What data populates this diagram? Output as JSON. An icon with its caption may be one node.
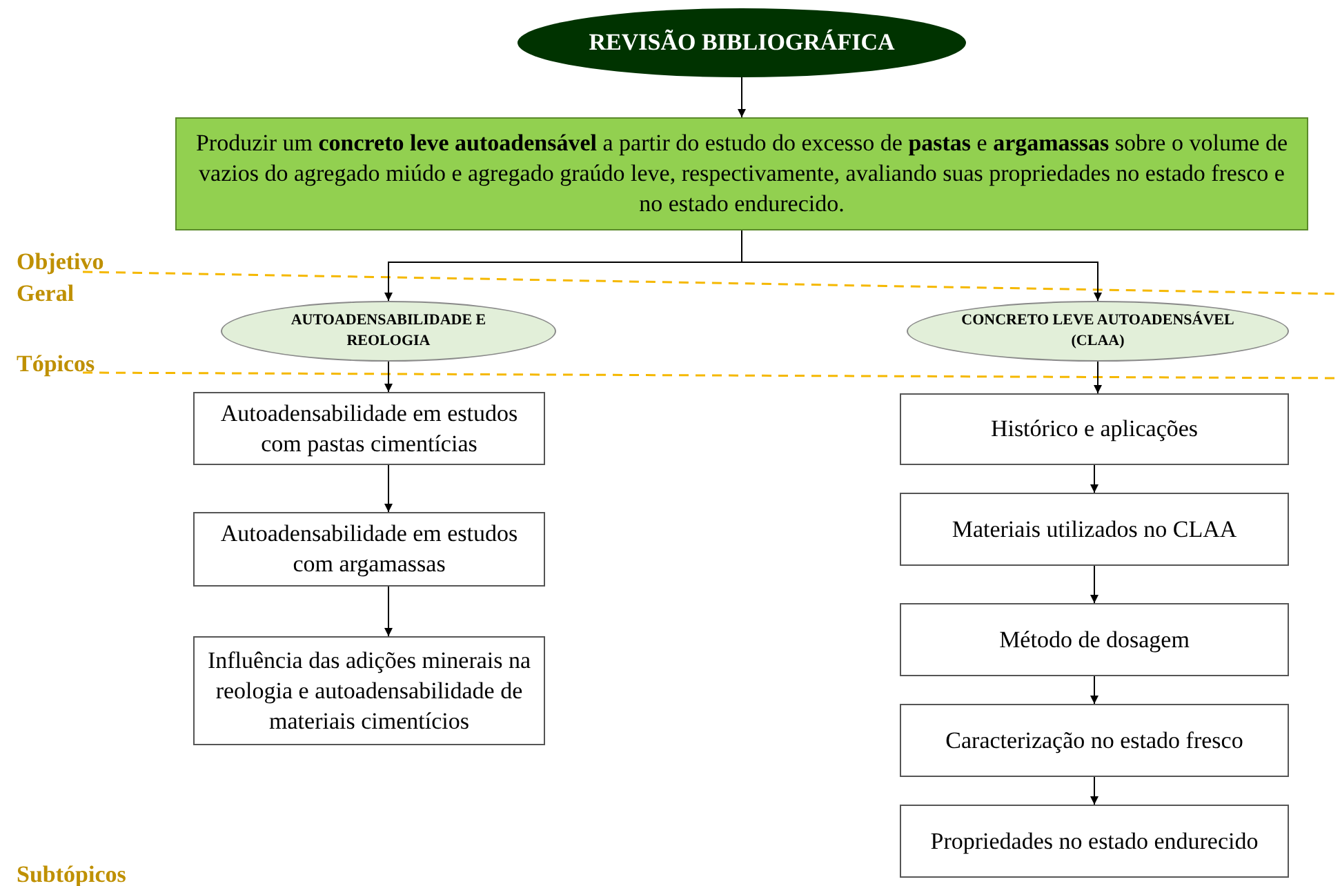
{
  "diagram": {
    "nodes": [
      {
        "text": [
          "REVISÃO BIBLIOGRÁFICA"
        ]
      },
      {
        "text": [
          "Produzir um **concreto leve autoadensável** a partir do estudo do excesso de **pastas** e **argamassas** sobre o volume de vazios do agregado miúdo e agregado graúdo leve, respectivamente, avaliando suas propriedades no estado fresco e no estado endurecido."
        ]
      },
      {
        "text": [
          "AUTOADENSABILIDADE E REOLOGIA"
        ]
      },
      {
        "text": [
          "CONCRETO LEVE AUTOADENSÁVEL (CLAA)"
        ]
      },
      {
        "text": [
          "Autoadensabilidade em estudos com pastas cimentícias"
        ]
      },
      {
        "text": [
          "Autoadensabilidade em estudos com argamassas"
        ]
      },
      {
        "text": [
          "Influência das adições minerais na reologia e autoadensabilidade de materiais cimentícios"
        ]
      },
      {
        "text": [
          "Histórico e aplicações"
        ]
      },
      {
        "text": [
          "Materiais utilizados no CLAA"
        ]
      },
      {
        "text": [
          "Método de dosagem"
        ]
      },
      {
        "text": [
          "Caracterização no estado fresco"
        ]
      },
      {
        "text": [
          "Propriedades no estado endurecido"
        ]
      }
    ],
    "edges": [
      {
        "from": 0,
        "to": 1,
        "arrow": "to"
      },
      {
        "from": 1,
        "to": 2,
        "arrow": "to"
      },
      {
        "from": 1,
        "to": 3,
        "arrow": "to"
      },
      {
        "from": 2,
        "to": 4,
        "arrow": "to"
      },
      {
        "from": 4,
        "to": 5,
        "arrow": "to"
      },
      {
        "from": 5,
        "to": 6,
        "arrow": "to"
      },
      {
        "from": 3,
        "to": 7,
        "arrow": "to"
      },
      {
        "from": 7,
        "to": 8,
        "arrow": "to"
      },
      {
        "from": 8,
        "to": 9,
        "arrow": "to"
      },
      {
        "from": 9,
        "to": 10,
        "arrow": "to"
      },
      {
        "from": 10,
        "to": 11,
        "arrow": "to"
      }
    ],
    "labels": [
      "Objetivo Geral",
      "Tópicos",
      "Subtópicos"
    ]
  }
}
